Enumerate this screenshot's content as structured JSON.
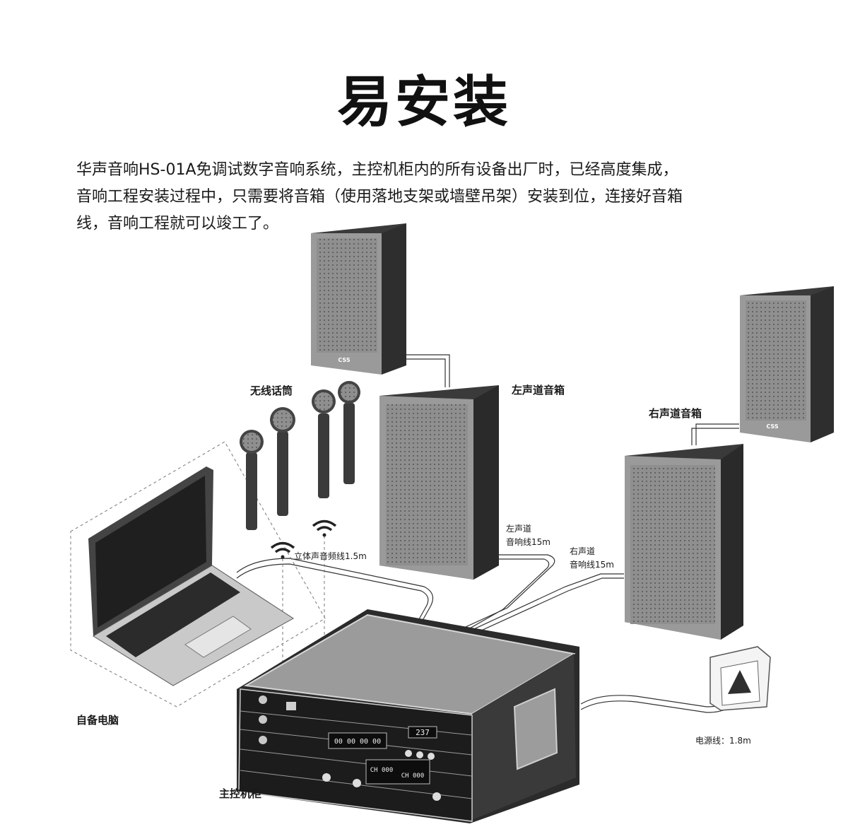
{
  "title": "易安装",
  "description": {
    "line1": "华声音响HS-01A免调试数字音响系统，主控机柜内的所有设备出厂时，已经高度集成，",
    "line2": "音响工程安装过程中，只需要将音箱（使用落地支架或墙壁吊架）安装到位，连接好音箱",
    "line3": "线，音响工程就可以竣工了。"
  },
  "labels": {
    "wireless_mic": "无线话筒",
    "left_speaker": "左声道音箱",
    "right_speaker": "右声道音箱",
    "computer": "自备电脑",
    "main_cabinet": "主控机柜",
    "stereo_line": "立体声音频线1.5m",
    "left_line_1": "左声道",
    "left_line_2": "音响线15m",
    "right_line_1": "右声道",
    "right_line_2": "音响线15m",
    "power_line": "电源线：1.8m"
  },
  "speaker_logo": "CSS",
  "device_display": {
    "channel_readout": "237",
    "time_readout": "00 00 00 00",
    "ch_a": "CH 000",
    "ch_b": "CH 000"
  }
}
